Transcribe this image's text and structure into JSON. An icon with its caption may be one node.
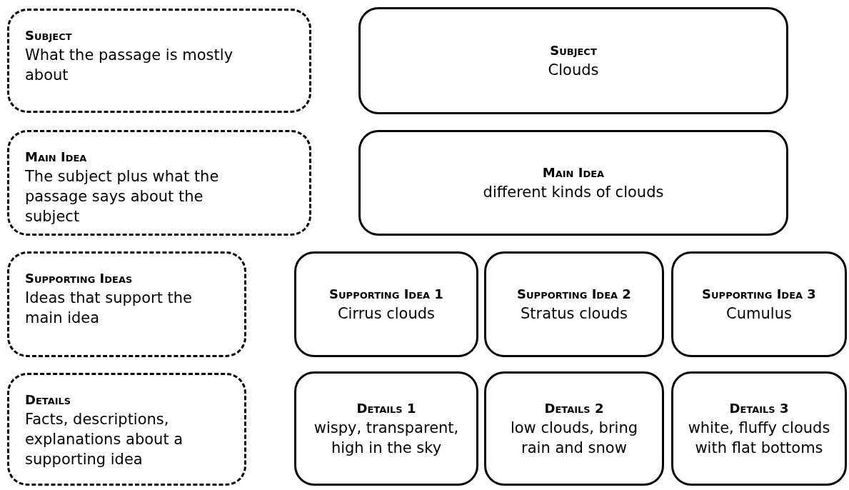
{
  "diagram": {
    "nodes": [
      {
        "text": [
          "Subject",
          "What the passage is mostly about"
        ]
      },
      {
        "text": [
          "Subject",
          "Clouds"
        ]
      },
      {
        "text": [
          "Main Idea",
          "The subject plus what the passage says about the subject"
        ]
      },
      {
        "text": [
          "Main Idea",
          "different kinds of clouds"
        ]
      },
      {
        "text": [
          "Supporting Ideas",
          "Ideas that support the main idea"
        ]
      },
      {
        "text": [
          "Supporting Idea 1",
          "Cirrus clouds"
        ]
      },
      {
        "text": [
          "Supporting Idea 2",
          "Stratus clouds"
        ]
      },
      {
        "text": [
          "Supporting Idea 3",
          "Cumulus"
        ]
      },
      {
        "text": [
          "Details",
          "Facts, descriptions, explanations about a supporting idea"
        ]
      },
      {
        "text": [
          "Details 1",
          "wispy, transparent, high in the sky"
        ]
      },
      {
        "text": [
          "Details 2",
          "low clouds, bring rain and snow"
        ]
      },
      {
        "text": [
          "Details 3",
          "white, fluffy clouds with flat bottoms"
        ]
      }
    ]
  }
}
